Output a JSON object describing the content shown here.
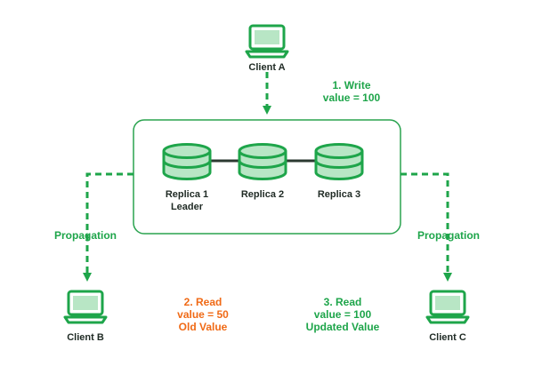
{
  "colors": {
    "green": "#1ea54a",
    "laptop_screen_fill": "#b8e6c5",
    "dark": "#2b3a31",
    "orange": "#f06a16",
    "box_border": "#2aa34f"
  },
  "clients": [
    {
      "name": "Client A",
      "icon": "laptop-icon"
    },
    {
      "name": "Client B",
      "icon": "laptop-icon"
    },
    {
      "name": "Client C",
      "icon": "laptop-icon"
    }
  ],
  "replicas": [
    {
      "name": "Replica 1",
      "role": "Leader",
      "icon": "database-icon"
    },
    {
      "name": "Replica 2",
      "role": "",
      "icon": "database-icon"
    },
    {
      "name": "Replica 3",
      "role": "",
      "icon": "database-icon"
    }
  ],
  "steps": {
    "write": {
      "title": "1. Write",
      "value": "value = 100"
    },
    "read_old": {
      "title": "2. Read",
      "value": "value = 50",
      "note": "Old Value"
    },
    "read_new": {
      "title": "3. Read",
      "value": "value = 100",
      "note": "Updated Value"
    }
  },
  "propagation": {
    "left": "Propagation",
    "right": "Propagation"
  }
}
